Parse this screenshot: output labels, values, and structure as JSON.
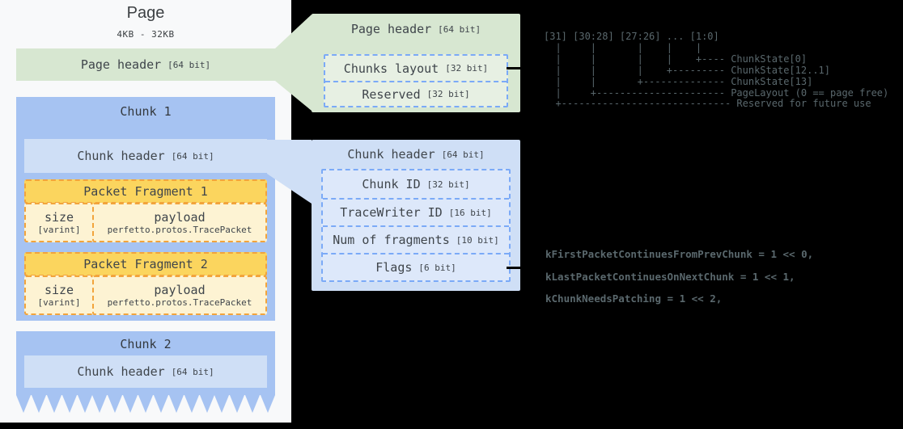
{
  "colors": {
    "canvas_bg": "#000000",
    "panel_bg": "#f8f9fa",
    "green": "#d7e7d1",
    "green_inner": "#e7f0e3",
    "blue_box": "#a6c3f2",
    "blue_bar": "#cfdff6",
    "blue_inner": "#dde8fa",
    "dashed_blue": "#7baaf7",
    "yellow": "#fbd55e",
    "cream": "#fdf3d3",
    "dashed_orange": "#f2a43c",
    "text_dark": "#3f454b",
    "code_text": "#5a686d"
  },
  "left_panel": {
    "title": "Page",
    "subtitle": "4KB - 32KB",
    "page_header": {
      "label": "Page header",
      "bits": "[64 bit]"
    },
    "chunk1": {
      "title": "Chunk 1",
      "header": {
        "label": "Chunk header",
        "bits": "[64 bit]"
      },
      "fragments": [
        {
          "title": "Packet Fragment 1",
          "size_label": "size",
          "size_type": "[varint]",
          "payload_label": "payload",
          "payload_type": "perfetto.protos.TracePacket"
        },
        {
          "title": "Packet Fragment 2",
          "size_label": "size",
          "size_type": "[varint]",
          "payload_label": "payload",
          "payload_type": "perfetto.protos.TracePacket"
        }
      ]
    },
    "chunk2": {
      "title": "Chunk 2",
      "header": {
        "label": "Chunk header",
        "bits": "[64 bit]"
      }
    }
  },
  "page_header_callout": {
    "title": "Page header",
    "title_bits": "[64 bit]",
    "fields": [
      {
        "label": "Chunks layout",
        "bits": "[32 bit]"
      },
      {
        "label": "Reserved",
        "bits": "[32 bit]"
      }
    ]
  },
  "chunk_header_callout": {
    "title": "Chunk header",
    "title_bits": "[64 bit]",
    "fields": [
      {
        "label": "Chunk ID",
        "bits": "[32 bit]"
      },
      {
        "label": "TraceWriter ID",
        "bits": "[16 bit]"
      },
      {
        "label": "Num of fragments",
        "bits": "[10 bit]"
      },
      {
        "label": "Flags",
        "bits": "[6 bit]"
      }
    ]
  },
  "bit_diagram": {
    "text": "[31] [30:28] [27:26] ... [1:0]\n  |     |       |    |    |\n  |     |       |    |    +---- ChunkState[0]\n  |     |       |    +--------- ChunkState[12..1]\n  |     |       +-------------- ChunkState[13]\n  |     +---------------------- PageLayout (0 == page free)\n  +----------------------------- Reserved for future use"
  },
  "flags_code": {
    "text": "kFirstPacketContinuesFromPrevChunk = 1 << 0,\nkLastPacketContinuesOnNextChunk = 1 << 1,\nkChunkNeedsPatching = 1 << 2,"
  }
}
